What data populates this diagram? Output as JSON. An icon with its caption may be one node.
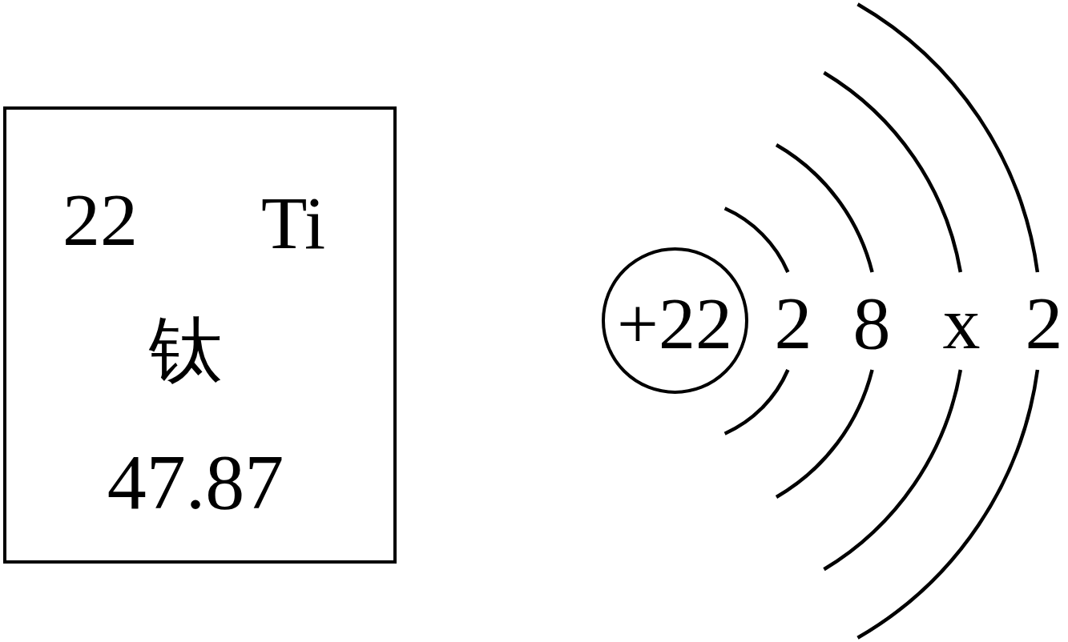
{
  "diagram": {
    "nodes": [
      {
        "text": [
          "22",
          "Ti",
          "钛",
          "47.87"
        ]
      },
      {
        "text": [
          "+22"
        ]
      }
    ],
    "labels": [
      "2",
      "8",
      "x",
      "2"
    ]
  }
}
